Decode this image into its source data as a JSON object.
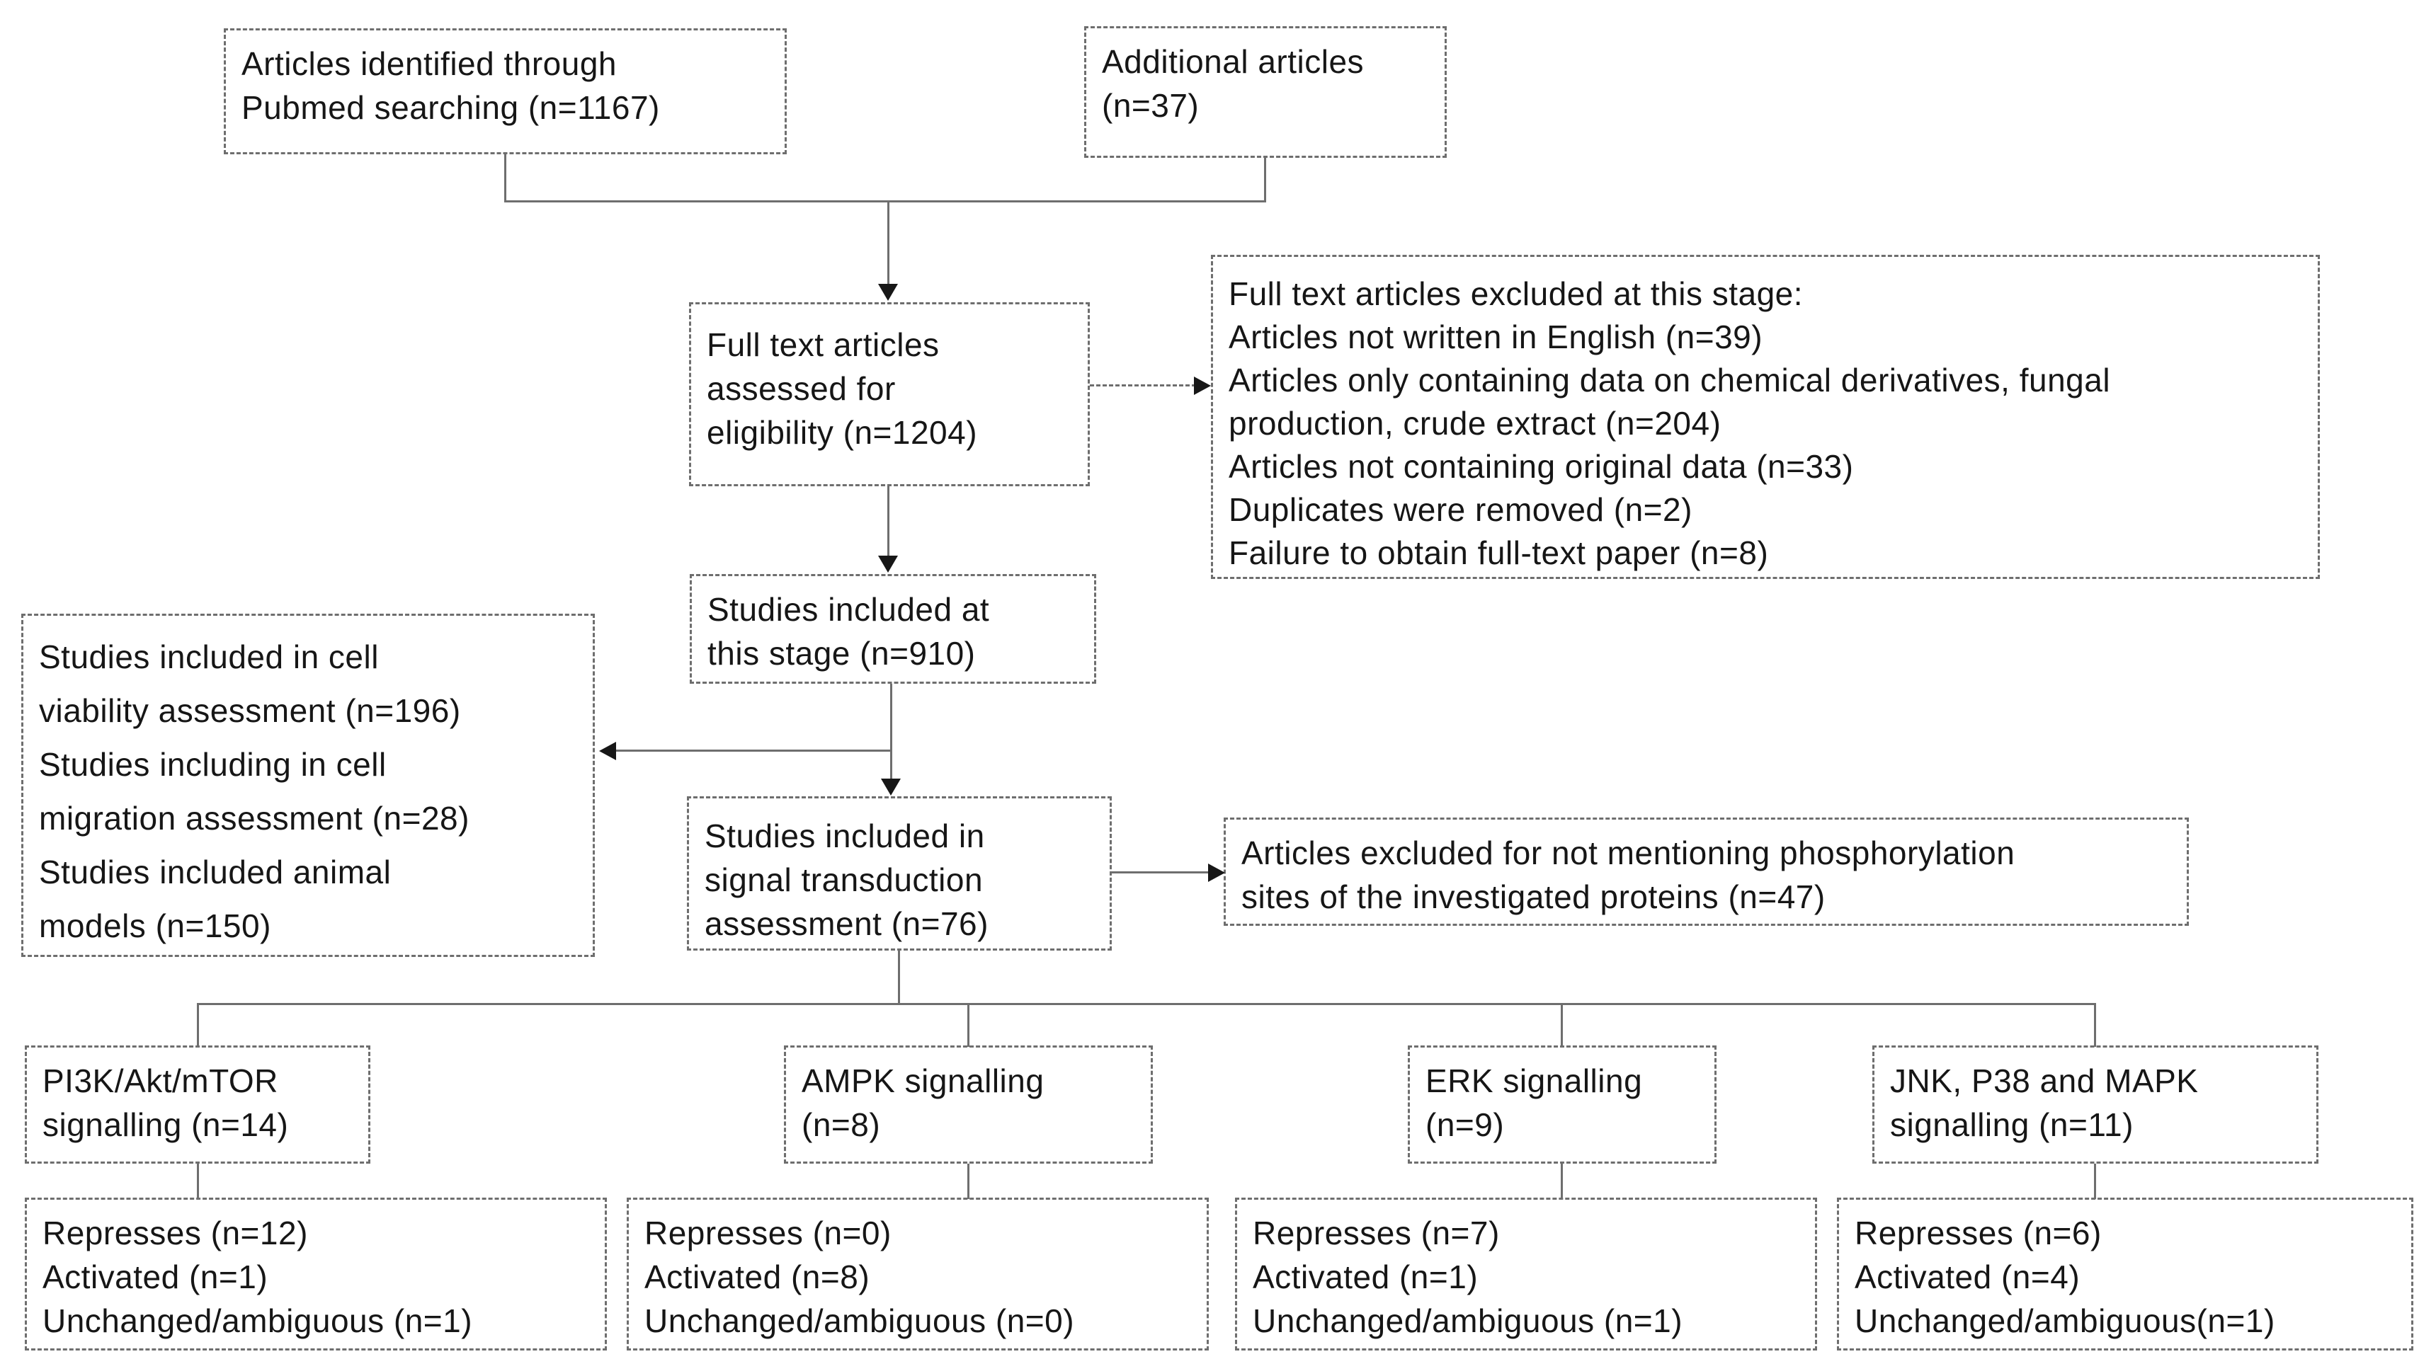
{
  "boxes": {
    "identified": {
      "lines": [
        "Articles identified through",
        "Pubmed searching (n=1167)"
      ]
    },
    "additional": {
      "lines": [
        "Additional articles",
        "(n=37)"
      ]
    },
    "fulltext_assessed": {
      "lines": [
        "Full text articles",
        "assessed for",
        "eligibility (n=1204)"
      ]
    },
    "fulltext_excluded": {
      "lines": [
        "Full text articles excluded at this stage:",
        "Articles not written in English (n=39)",
        "Articles only containing data on chemical derivatives, fungal",
        "production, crude extract (n=204)",
        "Articles not containing original data (n=33)",
        "Duplicates were removed (n=2)",
        "Failure to obtain full-text paper (n=8)"
      ]
    },
    "included_stage": {
      "lines": [
        "Studies included at",
        "this stage (n=910)"
      ]
    },
    "other_assessments": {
      "lines": [
        "Studies included in cell",
        "viability assessment (n=196)",
        "Studies including in cell",
        "migration assessment (n=28)",
        "Studies included animal",
        "models (n=150)"
      ]
    },
    "signal_transduction": {
      "lines": [
        "Studies included in",
        "signal transduction",
        "assessment (n=76)"
      ]
    },
    "excluded_phosphorylation": {
      "lines": [
        "Articles excluded for not mentioning phosphorylation",
        "sites of the investigated proteins (n=47)"
      ]
    },
    "pi3k": {
      "lines": [
        "PI3K/Akt/mTOR",
        "signalling (n=14)"
      ]
    },
    "ampk": {
      "lines": [
        "AMPK signalling",
        "(n=8)"
      ]
    },
    "erk": {
      "lines": [
        "ERK signalling",
        "(n=9)"
      ]
    },
    "jnk": {
      "lines": [
        "JNK, P38 and MAPK",
        "signalling (n=11)"
      ]
    },
    "pi3k_results": {
      "lines": [
        "Represses (n=12)",
        "Activated (n=1)",
        "Unchanged/ambiguous (n=1)"
      ]
    },
    "ampk_results": {
      "lines": [
        "Represses (n=0)",
        "Activated (n=8)",
        "Unchanged/ambiguous (n=0)"
      ]
    },
    "erk_results": {
      "lines": [
        "Represses (n=7)",
        "Activated (n=1)",
        "Unchanged/ambiguous (n=1)"
      ]
    },
    "jnk_results": {
      "lines": [
        "Represses (n=6)",
        "Activated (n=4)",
        "Unchanged/ambiguous(n=1)"
      ]
    }
  },
  "colors": {
    "background": "#ffffff",
    "box_border": "#6e6e6e",
    "connector": "#6e6e6e",
    "arrowhead": "#171717",
    "text": "#161616"
  }
}
